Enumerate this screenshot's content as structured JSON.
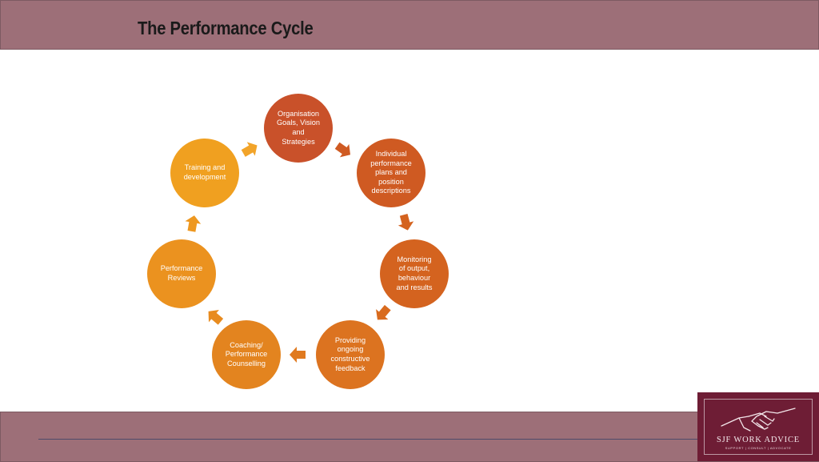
{
  "header": {
    "title": "The Performance Cycle"
  },
  "cycle": {
    "nodes": [
      {
        "label": "Organisation\nGoals, Vision\nand\nStrategies",
        "color": "#c9512a"
      },
      {
        "label": "Individual\nperformance\nplans and\nposition\ndescriptions",
        "color": "#cf5a22"
      },
      {
        "label": "Monitoring\nof output,\nbehaviour\nand results",
        "color": "#d4631f"
      },
      {
        "label": "Providing\nongoing\nconstructive\nfeedback",
        "color": "#dc7320"
      },
      {
        "label": "Coaching/\nPerformance\nCounselling",
        "color": "#e3841f"
      },
      {
        "label": "Performance\nReviews",
        "color": "#eb921f"
      },
      {
        "label": "Training and\ndevelopment",
        "color": "#f0a020"
      }
    ]
  },
  "logo": {
    "name": "SJF WORK ADVICE",
    "tagline": "SUPPORT | CONSULT | ADVOCATE",
    "background": "#6e1d35"
  },
  "colors": {
    "header_bg": "#9d6f78",
    "footer_bg": "#9d6f78"
  }
}
